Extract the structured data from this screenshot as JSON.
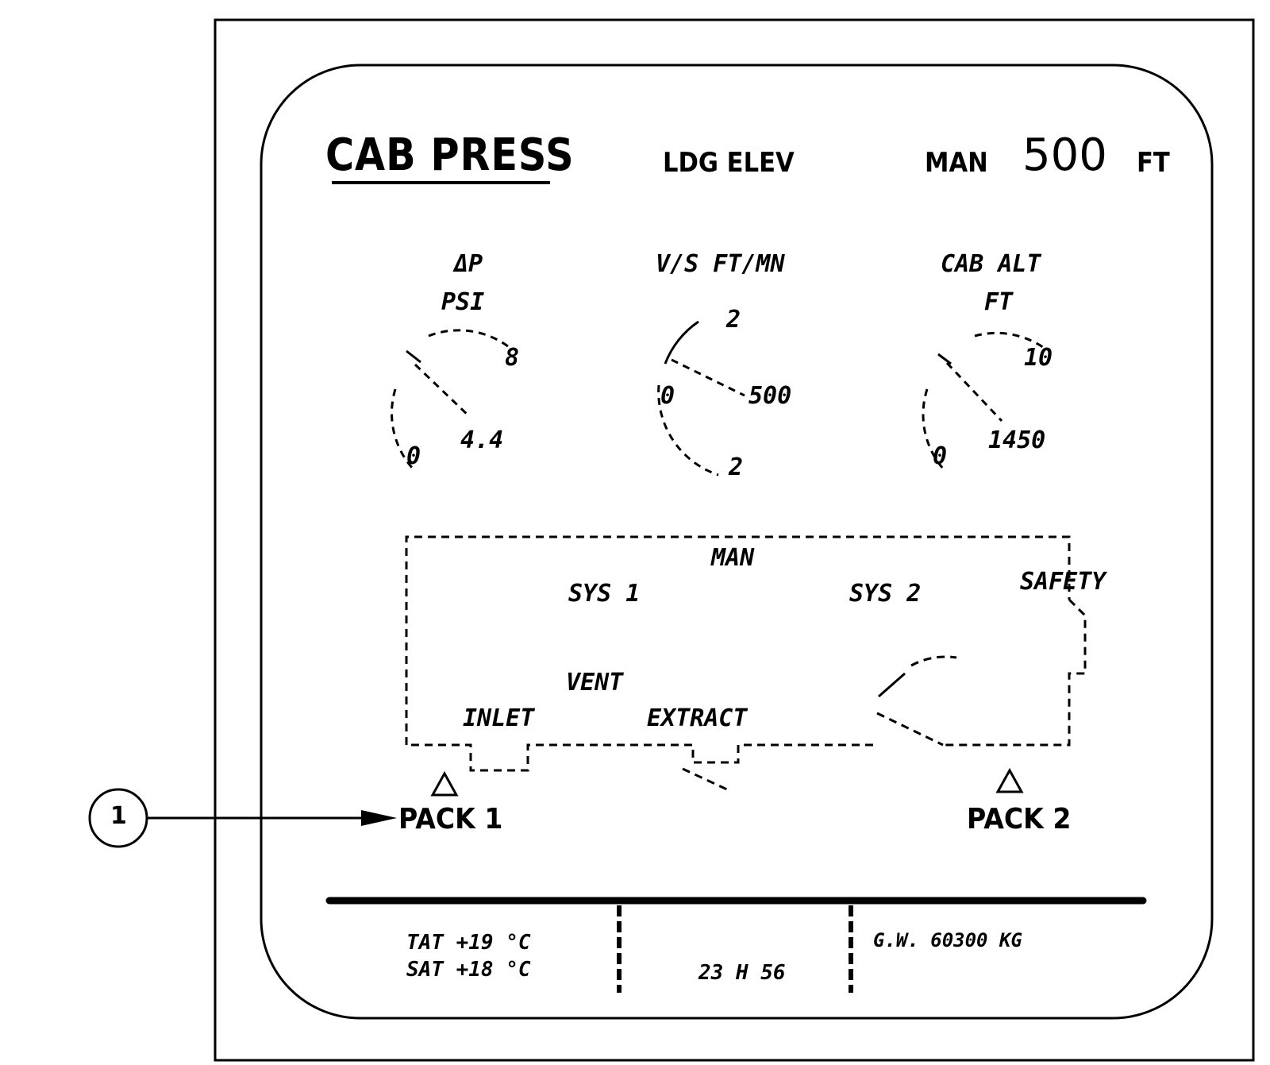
{
  "display": {
    "title": "CAB PRESS",
    "ldg_elev_label": "LDG ELEV",
    "mode": "MAN",
    "elevation_value": "500",
    "elevation_unit": "FT"
  },
  "gauges": {
    "left": {
      "title_1": "ΔP",
      "title_2": "PSI",
      "top_mark": "8",
      "bottom_mark": "0",
      "value": "4.4"
    },
    "center": {
      "title": "V/S FT/MN",
      "top_mark": "2",
      "mid_value": "500",
      "left_mark": "0",
      "bottom_mark": "2"
    },
    "right": {
      "title_1": "CAB ALT",
      "title_2": "FT",
      "top_mark": "10",
      "bottom_mark": "0",
      "value": "1450"
    }
  },
  "schematic": {
    "man_label": "MAN",
    "sys1_label": "SYS 1",
    "sys2_label": "SYS 2",
    "safety_label": "SAFETY",
    "vent_label": "VENT",
    "inlet_label": "INLET",
    "extract_label": "EXTRACT"
  },
  "packs": {
    "pack1": "PACK 1",
    "pack2": "PACK 2"
  },
  "callout": {
    "number": "1"
  },
  "footer": {
    "left_line_1": "TAT +19 °C",
    "left_line_2": "SAT +18 °C",
    "center": "23 H 56",
    "right": "G.W. 60300 KG"
  }
}
